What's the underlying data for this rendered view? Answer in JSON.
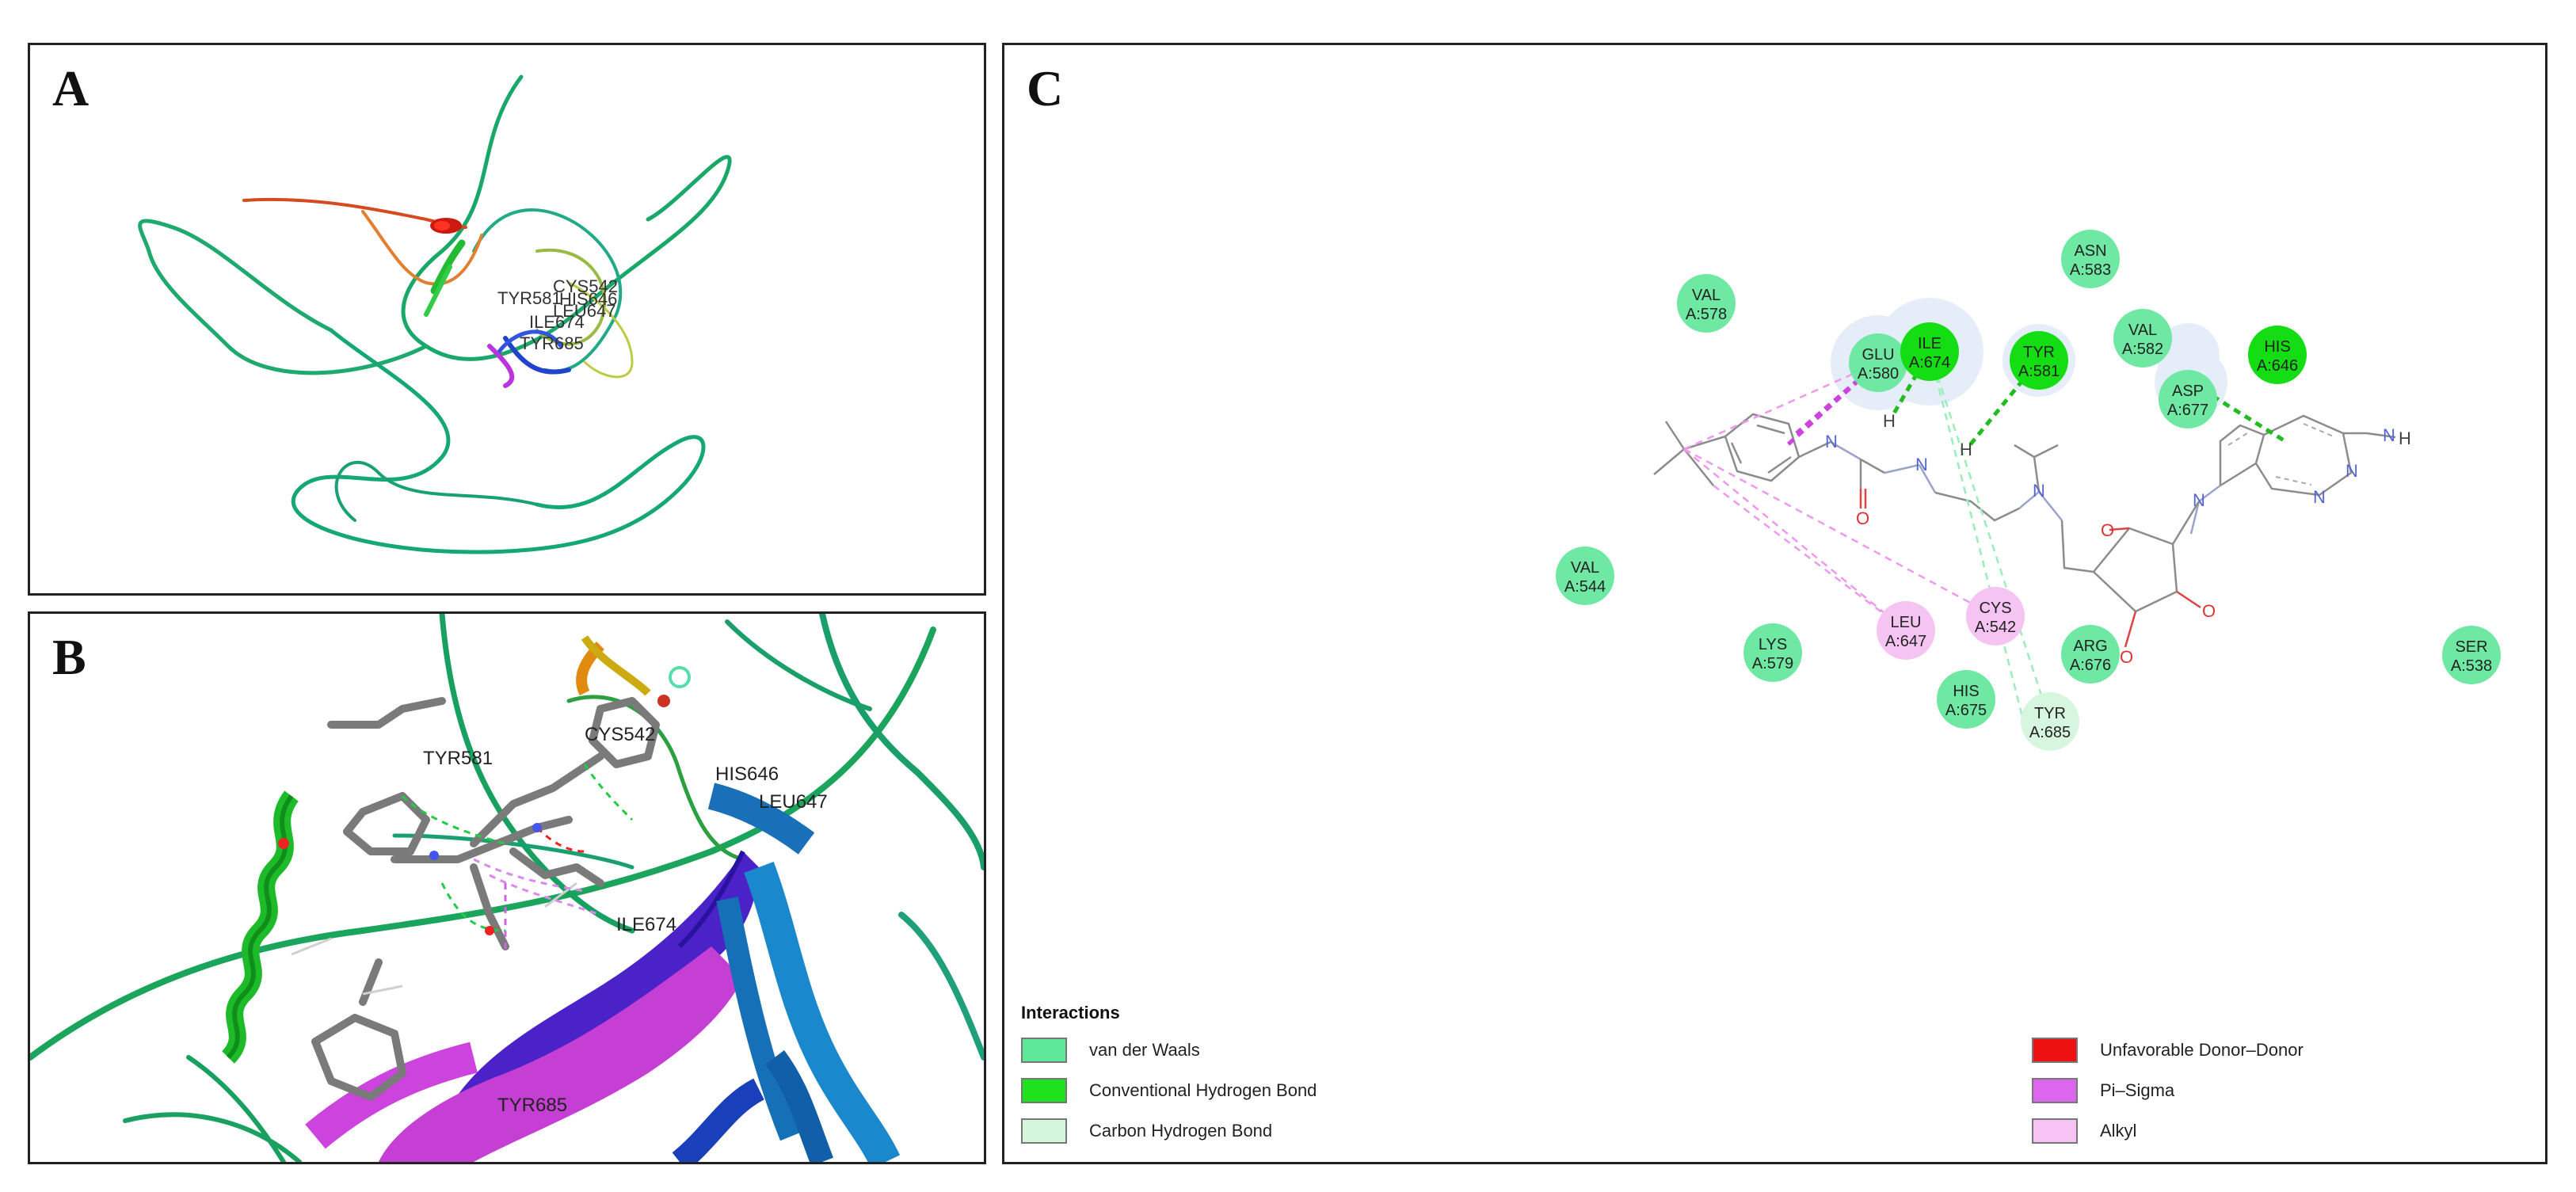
{
  "panels": {
    "a": {
      "letter": "A"
    },
    "b": {
      "letter": "B"
    },
    "c": {
      "letter": "C"
    }
  },
  "panel_a_labels": [
    "CYS542",
    "TYR581",
    "HIS646",
    "LEU647",
    "ILE674",
    "TYR685"
  ],
  "panel_b_labels": {
    "tyr581": "TYR581",
    "cys542": "CYS542",
    "his646": "HIS646",
    "leu647": "LEU647",
    "ile674": "ILE674",
    "tyr685": "TYR685"
  },
  "residues": [
    {
      "name": "VAL",
      "id": "A:578",
      "type": "vdw"
    },
    {
      "name": "GLU",
      "id": "A:580",
      "type": "vdw"
    },
    {
      "name": "ILE",
      "id": "A:674",
      "type": "hbond"
    },
    {
      "name": "TYR",
      "id": "A:581",
      "type": "hbond"
    },
    {
      "name": "ASN",
      "id": "A:583",
      "type": "vdw"
    },
    {
      "name": "VAL",
      "id": "A:582",
      "type": "vdw"
    },
    {
      "name": "ASP",
      "id": "A:677",
      "type": "vdw"
    },
    {
      "name": "HIS",
      "id": "A:646",
      "type": "hbond"
    },
    {
      "name": "VAL",
      "id": "A:544",
      "type": "vdw"
    },
    {
      "name": "LYS",
      "id": "A:579",
      "type": "vdw"
    },
    {
      "name": "LEU",
      "id": "A:647",
      "type": "alkyl"
    },
    {
      "name": "CYS",
      "id": "A:542",
      "type": "alkyl"
    },
    {
      "name": "ARG",
      "id": "A:676",
      "type": "vdw"
    },
    {
      "name": "HIS",
      "id": "A:675",
      "type": "vdw"
    },
    {
      "name": "TYR",
      "id": "A:685",
      "type": "chbond"
    },
    {
      "name": "SER",
      "id": "A:538",
      "type": "vdw"
    }
  ],
  "atom_labels": {
    "h": "H",
    "n": "N",
    "o": "O"
  },
  "legend": {
    "title": "Interactions",
    "items": [
      {
        "label": "van der Waals",
        "color": "#5de89a"
      },
      {
        "label": "Conventional Hydrogen Bond",
        "color": "#1de21d"
      },
      {
        "label": "Carbon Hydrogen Bond",
        "color": "#d4f7dc"
      },
      {
        "label": "Unfavorable Donor–Donor",
        "color": "#ee1111"
      },
      {
        "label": "Pi–Sigma",
        "color": "#dd66ee"
      },
      {
        "label": "Alkyl",
        "color": "#f7c3f4"
      }
    ]
  },
  "colors": {
    "vdw": "#6ee8a2",
    "hbond": "#14dd14",
    "chbond": "#d6f6df",
    "alkyl": "#f6c4f3",
    "pisigma": "#d455e6",
    "hbond_line": "#22cc22",
    "chbond_line": "#99eebb"
  }
}
